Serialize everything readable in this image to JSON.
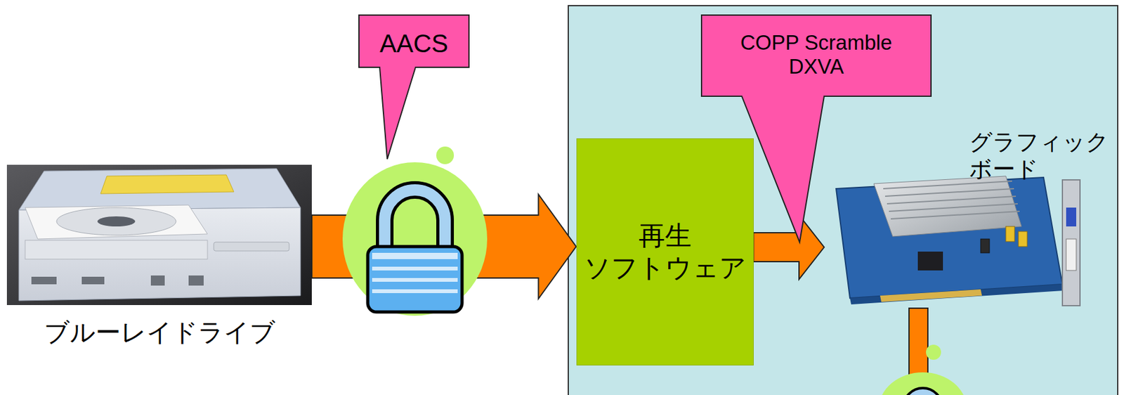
{
  "diagram": {
    "nodes": [
      {
        "text": [
          "ブルーレイドライブ"
        ]
      },
      {
        "text": [
          "AACS"
        ]
      },
      {
        "text": [
          "再生 ソフトウェア"
        ]
      },
      {
        "text": [
          "COPP Scramble DXVA"
        ]
      },
      {
        "text": [
          "グラフィック ボード"
        ]
      }
    ],
    "edges": [
      {
        "from": 0,
        "to": 2,
        "arrow": "to"
      },
      {
        "from": 2,
        "to": 4,
        "arrow": "to"
      }
    ]
  }
}
